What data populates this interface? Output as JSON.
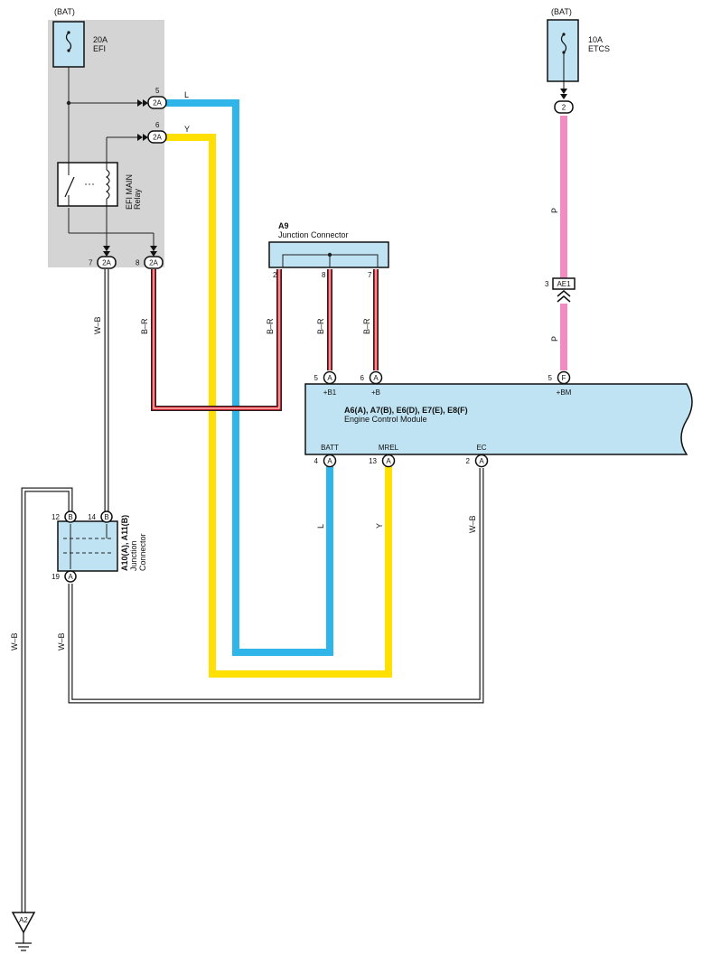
{
  "colors": {
    "blue_wire": "#2fb5e8",
    "yellow_wire": "#ffe000",
    "pink_wire": "#f08cc0",
    "red_wire": "#e8202a",
    "box_fill": "#bfe3f2",
    "relay_area": "#d4d4d4",
    "wire_outline": "#222222"
  },
  "power": {
    "bat_left": "(BAT)",
    "bat_right": "(BAT)",
    "efi_fuse_rating": "20A",
    "efi_fuse_name": "EFI",
    "etcs_fuse_rating": "10A",
    "etcs_fuse_name": "ETCS",
    "relay_line1": "EFI MAIN",
    "relay_line2": "Relay"
  },
  "connectors": {
    "c5_pin": "5",
    "c5_code": "2A",
    "c6_pin": "6",
    "c6_code": "2A",
    "c7_pin": "7",
    "c7_code": "2A",
    "c8_pin": "8",
    "c8_code": "2A",
    "etcs_pin": "2",
    "ae1_pin": "3",
    "ae1_code": "AE1"
  },
  "wires": {
    "l_top": "L",
    "y_top": "Y",
    "p_upper": "P",
    "p_lower": "P",
    "wb_left": "W–B",
    "br_left": "B–R",
    "br_a9_2": "B–R",
    "br_a9_8": "B–R",
    "br_a9_7": "B–R",
    "l_lower": "L",
    "y_lower": "Y",
    "wb_ec": "W–B",
    "wb_ground": "W–B",
    "wb_a10": "W–B"
  },
  "a9": {
    "code": "A9",
    "name": "Junction Connector",
    "pin2": "2",
    "pin8": "8",
    "pin7": "7"
  },
  "ecm": {
    "codes": "A6(A), A7(B), E6(D), E7(E), E8(F)",
    "name": "Engine Control Module",
    "top_pins": [
      {
        "num": "5",
        "letter": "A",
        "signal": "+B1"
      },
      {
        "num": "6",
        "letter": "A",
        "signal": "+B"
      },
      {
        "num": "5",
        "letter": "F",
        "signal": "+BM"
      }
    ],
    "bottom_pins": [
      {
        "num": "4",
        "letter": "A",
        "signal": "BATT"
      },
      {
        "num": "13",
        "letter": "A",
        "signal": "MREL"
      },
      {
        "num": "2",
        "letter": "A",
        "signal": "EC"
      }
    ]
  },
  "a10": {
    "codes": "A10(A), A11(B)",
    "name_line1": "Junction",
    "name_line2": "Connector",
    "pin12_num": "12",
    "pin12_letter": "B",
    "pin14_num": "14",
    "pin14_letter": "B",
    "pin19_num": "19",
    "pin19_letter": "A"
  },
  "ground": {
    "code": "A2"
  }
}
